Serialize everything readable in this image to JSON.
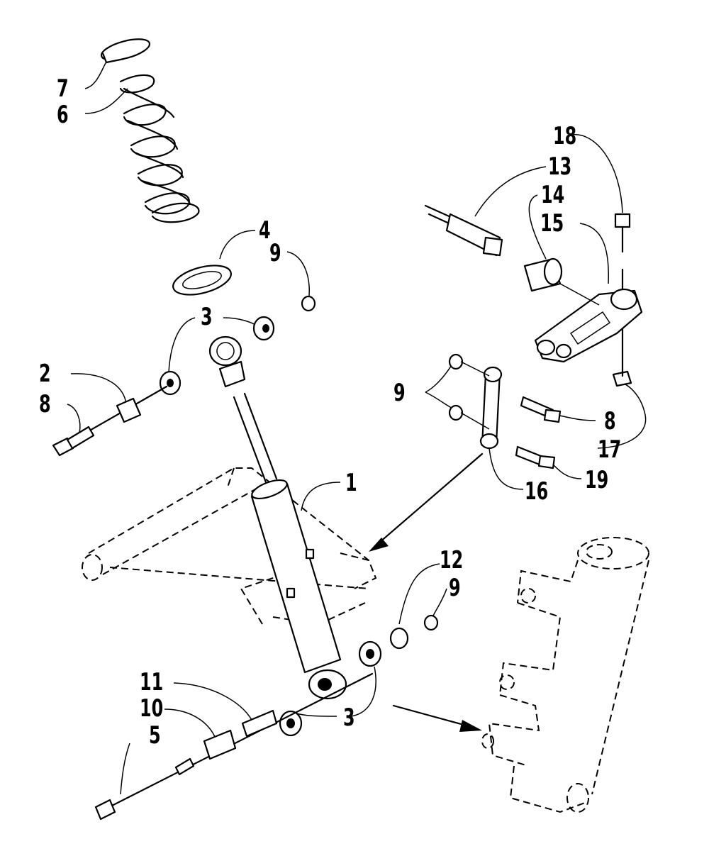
{
  "callouts": {
    "c1": "1",
    "c2": "2",
    "c3a": "3",
    "c3b": "3",
    "c4": "4",
    "c5": "5",
    "c6": "6",
    "c7": "7",
    "c8a": "8",
    "c8b": "8",
    "c9a": "9",
    "c9b": "9",
    "c9c": "9",
    "c10": "10",
    "c11": "11",
    "c12": "12",
    "c13": "13",
    "c14": "14",
    "c15": "15",
    "c16": "16",
    "c17": "17",
    "c18": "18",
    "c19": "19"
  }
}
